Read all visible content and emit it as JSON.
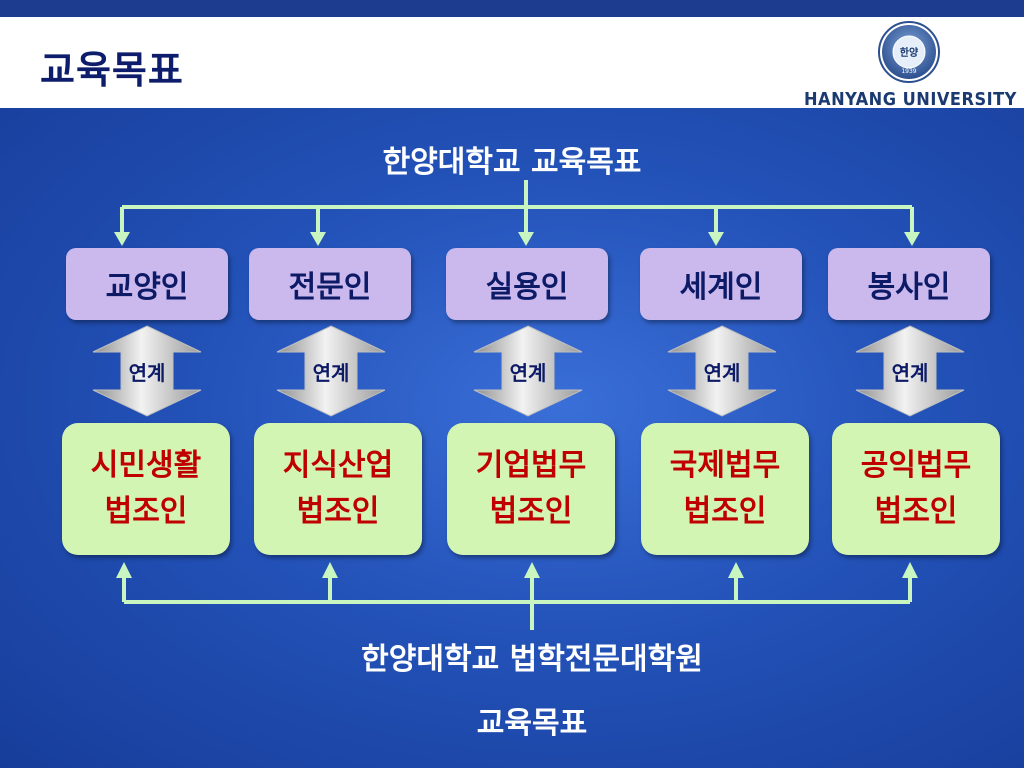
{
  "header": {
    "page_title": "교육목표",
    "logo_text": "HANYANG UNIVERSITY",
    "seal_text": "한양",
    "seal_year": "1939"
  },
  "diagram": {
    "top_title": "한양대학교 교육목표",
    "bottom_title_line1": "한양대학교 법학전문대학원",
    "bottom_title_line2": "교육목표",
    "goals": [
      "교양인",
      "전문인",
      "실용인",
      "세계인",
      "봉사인"
    ],
    "link_label": "연계",
    "lawyers": [
      {
        "line1": "시민생활",
        "line2": "법조인"
      },
      {
        "line1": "지식산업",
        "line2": "법조인"
      },
      {
        "line1": "기업법무",
        "line2": "법조인"
      },
      {
        "line1": "국제법무",
        "line2": "법조인"
      },
      {
        "line1": "공익법무",
        "line2": "법조인"
      }
    ]
  },
  "colors": {
    "background": "#2352b8",
    "goal_box": "#cbb9ee",
    "lawyer_box": "#d3f5b4",
    "lawyer_text": "#c00000",
    "connector": "#c8f5c0",
    "title_text": "#ffffff"
  }
}
